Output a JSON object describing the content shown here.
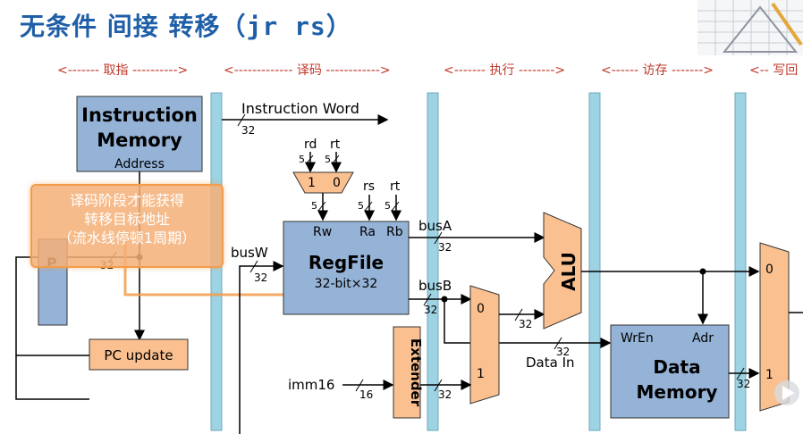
{
  "title": {
    "main": "无条件 间接 转移（",
    "code": "jr rs",
    "close": "）"
  },
  "stages": {
    "fetch": "<------- 取指 ---------->",
    "decode": "<------------- 译码 ------------>",
    "execute": "<------- 执行 -------->",
    "memory": "<------ 访存 ------->",
    "writeback": "<-- 写回"
  },
  "callout": {
    "line1": "译码阶段才能获得",
    "line2": "转移目标地址",
    "line3": "（流水线停顿1周期）"
  },
  "imem": {
    "line1": "Instruction",
    "line2": "Memory",
    "address": "Address"
  },
  "instruction_word": "Instruction Word",
  "pc_letter": "P",
  "pc_update": "PC update",
  "regfile": {
    "title": "RegFile",
    "sub": "32-bit×32",
    "rw": "Rw",
    "ra": "Ra",
    "rb": "Rb"
  },
  "mux_rw": {
    "in1": "1",
    "in0": "0",
    "rd": "rd",
    "rt": "rt"
  },
  "reg_inputs": {
    "rs": "rs",
    "rt": "rt"
  },
  "widths": {
    "w32": "32",
    "w5": "5",
    "w16": "16"
  },
  "busA": "busA",
  "busB": "busB",
  "busW": "busW",
  "alu": "ALU",
  "mux_b": {
    "in0": "0",
    "in1": "1"
  },
  "extender": "Extender",
  "imm16": "imm16",
  "data_in": "Data In",
  "dmem": {
    "wren": "WrEn",
    "adr": "Adr",
    "line1": "Data",
    "line2": "Memory"
  },
  "mux_wb": {
    "in0": "0",
    "in1": "1"
  },
  "colors": {
    "block_blue": "#95b3d7",
    "block_orange": "#fac090",
    "reg_bar": "#9dd3e3",
    "title": "#1f5fa8",
    "stage_text": "#c0392b",
    "callout": "#f4b078"
  }
}
